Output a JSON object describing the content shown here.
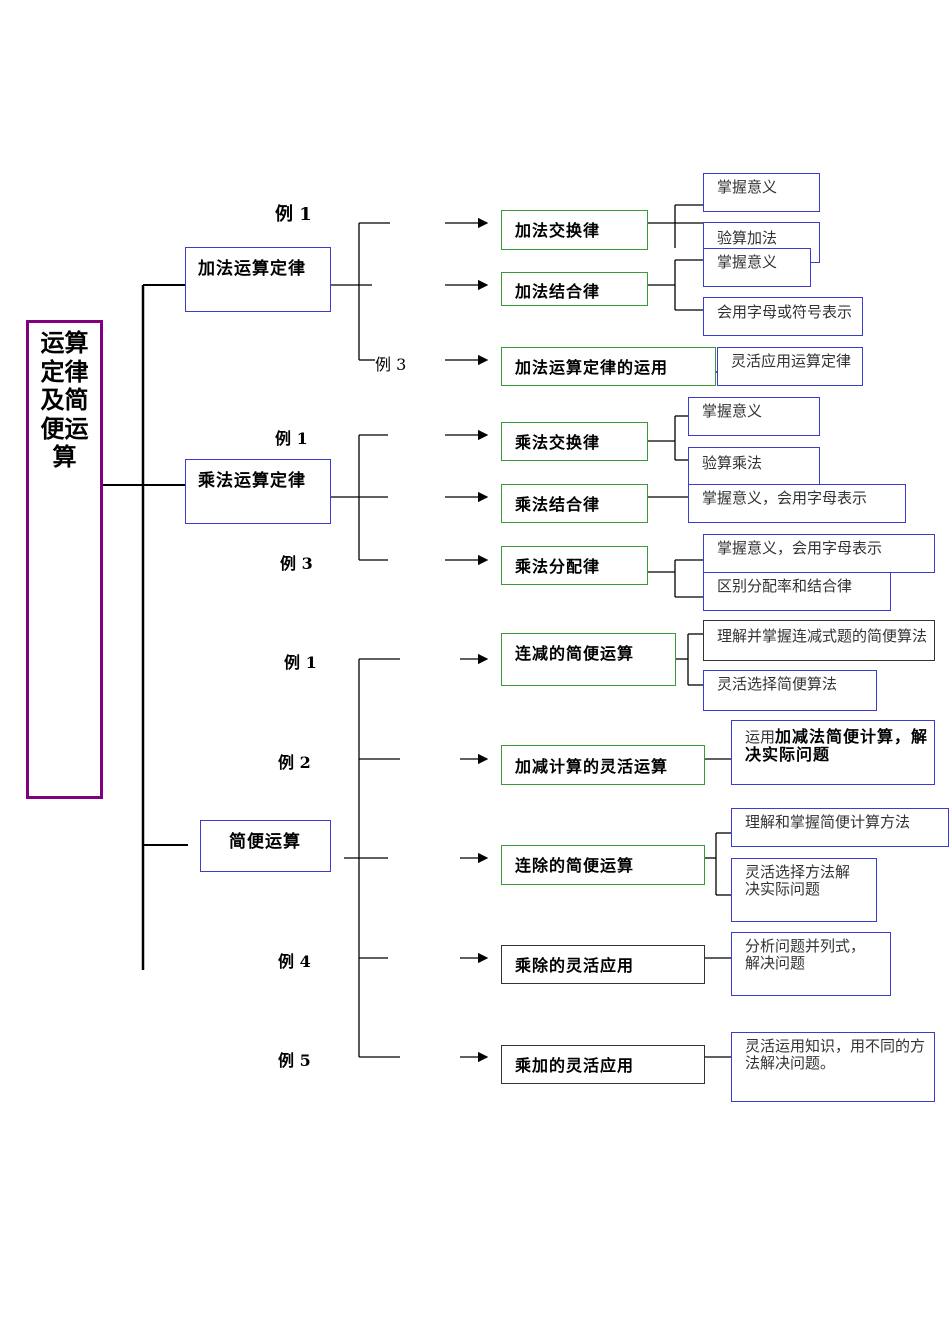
{
  "root": "运算定律及简便运算",
  "groups": [
    {
      "title": "加法运算定律",
      "examples": [
        "例 1",
        "例 3"
      ],
      "items": [
        {
          "label": "加法交换律",
          "details": [
            "掌握意义",
            "验算加法"
          ]
        },
        {
          "label": "加法结合律",
          "details": [
            "掌握意义",
            "会用字母或符号表示"
          ]
        },
        {
          "label": "加法运算定律的运用",
          "details": [
            "灵活应用运算定律"
          ]
        }
      ]
    },
    {
      "title": "乘法运算定律",
      "examples": [
        "例 1",
        "例 3"
      ],
      "items": [
        {
          "label": "乘法交换律",
          "details": [
            "掌握意义",
            "验算乘法"
          ]
        },
        {
          "label": "乘法结合律",
          "details": [
            "掌握意义，会用字母表示"
          ]
        },
        {
          "label": "乘法分配律",
          "details": [
            "掌握意义，会用字母表示",
            "区别分配率和结合律"
          ]
        }
      ]
    },
    {
      "title": "简便运算",
      "examples": [
        "例 1",
        "例 2",
        "例 4",
        "例 5"
      ],
      "items": [
        {
          "label": "连减的简便运算",
          "details": [
            "理解并掌握连减式题的简便算法",
            "灵活选择简便算法"
          ]
        },
        {
          "label": "加减计算的灵活运算",
          "details": [
            "运用",
            "加减法简便计算，解决实际问题"
          ]
        },
        {
          "label": "连除的简便运算",
          "details": [
            "理解和掌握简便计算方法",
            "灵活选择方法解决实际问题"
          ]
        },
        {
          "label": "乘除的灵活应用",
          "details": [
            "分析问题并列式，解决问题"
          ]
        },
        {
          "label": "乘加的灵活应用",
          "details": [
            "灵活运用知识，用不同的方法解决问题。"
          ]
        }
      ]
    }
  ],
  "colors": {
    "root_border": "#800080",
    "l1_border": "#3b3bd0",
    "l2_border": "#3a9a3a",
    "line": "#000000"
  }
}
